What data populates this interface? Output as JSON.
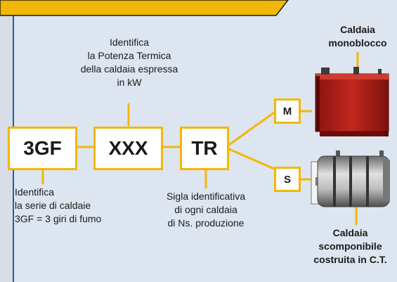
{
  "codes": {
    "series": "3GF",
    "power": "XXX",
    "type": "TR",
    "mono": "M",
    "split": "S"
  },
  "texts": {
    "power_desc": [
      "Identifica",
      "la Potenza Termica",
      "della caldaia espressa",
      "in kW"
    ],
    "series_desc": [
      "Identifica",
      "la serie di caldaie",
      "3GF = 3 giri di fumo"
    ],
    "type_desc": [
      "Sigla identificativa",
      "di ogni caldaia",
      "di Ns. produzione"
    ],
    "mono_label": [
      "Caldaia",
      "monoblocco"
    ],
    "split_label": [
      "Caldaia",
      "scomponibile",
      "costruita in C.T."
    ]
  },
  "colors": {
    "accent": "#f2b705",
    "background": "#dde5f0",
    "border_blue": "#2b5aa0",
    "boiler_red": "#b3201c",
    "boiler_grey": "#a9a9a9"
  }
}
